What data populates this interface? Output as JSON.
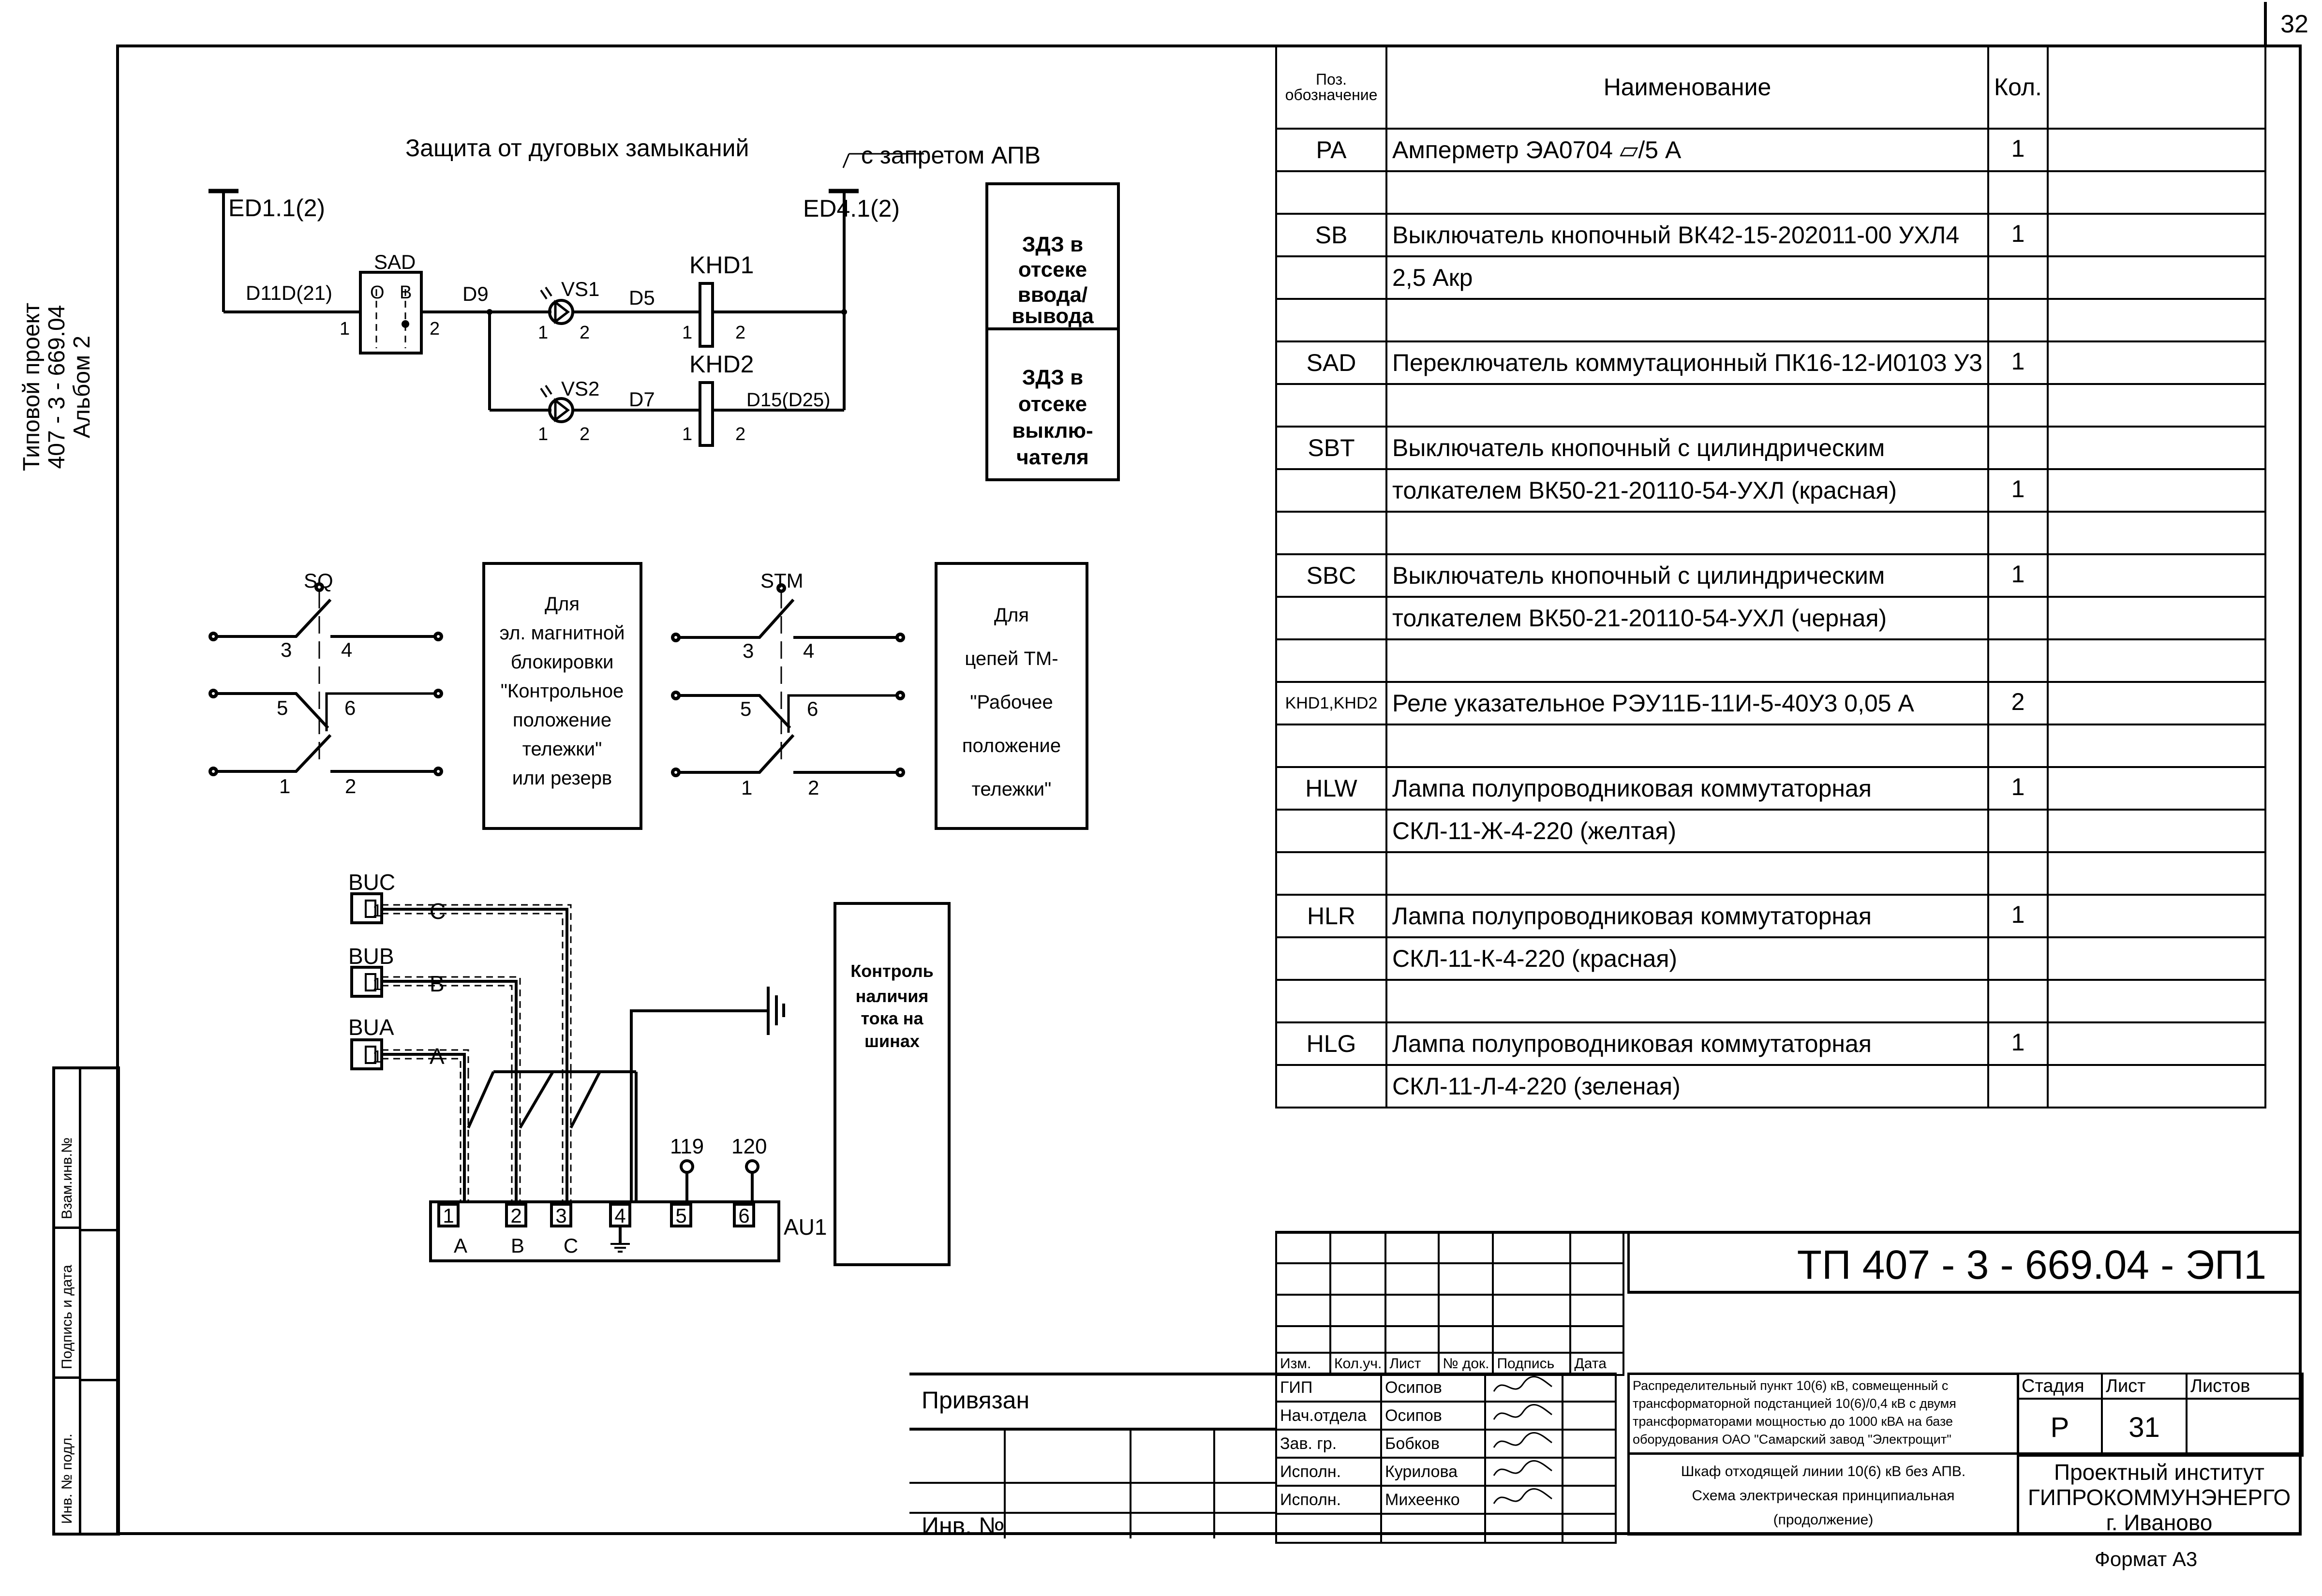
{
  "sheet_number": "32",
  "side_title": {
    "line1": "Типовой проект",
    "line2": "407 - 3 - 669.04",
    "line3": "Альбом 2"
  },
  "side_stamp": {
    "labels": [
      "Взам.инв.№",
      "Подпись и дата",
      "Инв. № подл."
    ]
  },
  "schematic": {
    "arc_protection": {
      "title": "Защита от дуговых замыканий",
      "apv_note": "с запретом АПВ",
      "bus_left": "ED1.1(2)",
      "bus_right": "ED4.1(2)",
      "wire_left": "D11D(21)",
      "switch": {
        "name": "SAD",
        "pos_o": "O",
        "pos_b": "B",
        "pin1": "1",
        "pin2": "2"
      },
      "node_d9": "D9",
      "vs1": {
        "name": "VS1",
        "pin1": "1",
        "pin2": "2"
      },
      "vs2": {
        "name": "VS2",
        "pin1": "1",
        "pin2": "2"
      },
      "wire_d5": "D5",
      "wire_d7": "D7",
      "khd1": {
        "name": "KHD1",
        "pin1": "1",
        "pin2": "2"
      },
      "khd2": {
        "name": "KHD2",
        "pin1": "1",
        "pin2": "2"
      },
      "wire_d15": "D15(D25)",
      "box_top": [
        "ЗДЗ в",
        "отсеке",
        "ввода/",
        "вывода"
      ],
      "box_bottom": [
        "ЗДЗ в",
        "отсеке",
        "выклю-",
        "чателя"
      ]
    },
    "sq": {
      "name": "SQ",
      "pins": [
        "3",
        "4",
        "5",
        "6",
        "1",
        "2"
      ],
      "box": [
        "Для",
        "эл. магнитной",
        "блокировки",
        "\"Контрольное",
        "положение",
        "тележки\"",
        "или резерв"
      ]
    },
    "stm": {
      "name": "STM",
      "pins": [
        "3",
        "4",
        "5",
        "6",
        "1",
        "2"
      ],
      "box": [
        "Для",
        "цепей ТМ-",
        "\"Рабочее",
        "положение",
        "тележки\""
      ]
    },
    "current_sensors": {
      "sensors": [
        {
          "name": "BUC",
          "pin": "1",
          "phase": "C"
        },
        {
          "name": "BUB",
          "pin": "1",
          "phase": "B"
        },
        {
          "name": "BUA",
          "pin": "1",
          "phase": "A"
        }
      ],
      "au1": {
        "name": "AU1",
        "terminals": [
          "1",
          "2",
          "3",
          "4",
          "5",
          "6"
        ],
        "phase_labels": [
          "A",
          "B",
          "C"
        ],
        "outputs": [
          "119",
          "120"
        ]
      },
      "box": [
        "Контроль",
        "наличия",
        "тока на",
        "шинах"
      ]
    }
  },
  "spec_table": {
    "headers": {
      "pos_line1": "Поз.",
      "pos_line2": "обозначение",
      "name": "Наименование",
      "qty": "Кол.",
      "note": ""
    },
    "rows": [
      {
        "pos": "PA",
        "name": "Амперметр ЭА0704 ▱/5 А",
        "qty": "1"
      },
      {
        "pos": "",
        "name": "",
        "qty": ""
      },
      {
        "pos": "SB",
        "name": "Выключатель  кнопочный ВК42-15-202011-00 УХЛ4",
        "qty": "1"
      },
      {
        "pos": "",
        "name": "2,5 Акр",
        "qty": ""
      },
      {
        "pos": "",
        "name": "",
        "qty": ""
      },
      {
        "pos": "SAD",
        "name": "Переключатель коммутационный ПК16-12-И0103 У3",
        "qty": "1"
      },
      {
        "pos": "",
        "name": "",
        "qty": ""
      },
      {
        "pos": "SBT",
        "name": "Выключатель кнопочный с цилиндрическим",
        "qty": ""
      },
      {
        "pos": "",
        "name": "толкателем ВК50-21-20110-54-УХЛ (красная)",
        "qty": "1"
      },
      {
        "pos": "",
        "name": "",
        "qty": ""
      },
      {
        "pos": "SBC",
        "name": "Выключатель кнопочный с цилиндрическим",
        "qty": "1"
      },
      {
        "pos": "",
        "name": "толкателем ВК50-21-20110-54-УХЛ (черная)",
        "qty": ""
      },
      {
        "pos": "",
        "name": "",
        "qty": ""
      },
      {
        "pos": "KHD1,KHD2",
        "name": "Реле указательное РЭУ11Б-11И-5-40У3 0,05 А",
        "qty": "2"
      },
      {
        "pos": "",
        "name": "",
        "qty": ""
      },
      {
        "pos": "HLW",
        "name": "Лампа полупроводниковая коммутаторная",
        "qty": "1"
      },
      {
        "pos": "",
        "name": "СКЛ-11-Ж-4-220 (желтая)",
        "qty": ""
      },
      {
        "pos": "",
        "name": "",
        "qty": ""
      },
      {
        "pos": "HLR",
        "name": "Лампа полупроводниковая коммутаторная",
        "qty": "1"
      },
      {
        "pos": "",
        "name": "СКЛ-11-К-4-220 (красная)",
        "qty": ""
      },
      {
        "pos": "",
        "name": "",
        "qty": ""
      },
      {
        "pos": "HLG",
        "name": "Лампа полупроводниковая коммутаторная",
        "qty": "1"
      },
      {
        "pos": "",
        "name": "СКЛ-11-Л-4-220 (зеленая)",
        "qty": ""
      }
    ]
  },
  "title_block": {
    "doc_code": "ТП  407 - 3 -  669.04 - ЭП1",
    "rev_headers": [
      "Изм.",
      "Кол.уч.",
      "Лист",
      "№ док.",
      "Подпись",
      "Дата"
    ],
    "signers": [
      {
        "role": "ГИП",
        "name": "Осипов"
      },
      {
        "role": "Нач.отдела",
        "name": "Осипов"
      },
      {
        "role": "Зав. гр.",
        "name": "Бобков"
      },
      {
        "role": "Исполн.",
        "name": "Курилова"
      },
      {
        "role": "Исполн.",
        "name": "Михеенко"
      }
    ],
    "privyazan": "Привязан",
    "inv_no": "Инв. №",
    "project_desc": [
      "Распределительный пункт 10(6) кВ, совмещенный с",
      "трансформаторной подстанцией 10(6)/0,4 кВ с двумя",
      "трансформаторами мощностью до 1000 кВА на базе",
      "оборудования ОАО \"Самарский завод \"Электрощит\""
    ],
    "sheet_title": [
      "Шкаф отходящей  линии 10(6) кВ без АПВ.",
      "Схема электрическая принципиальная",
      "(продолжение)"
    ],
    "stage_label": "Стадия",
    "sheet_label": "Лист",
    "sheets_label": "Листов",
    "stage": "Р",
    "sheet": "31",
    "sheets": "",
    "org": [
      "Проектный институт",
      "ГИПРОКОММУНЭНЕРГО",
      "г. Иваново"
    ]
  },
  "format_label": "Формат А3"
}
